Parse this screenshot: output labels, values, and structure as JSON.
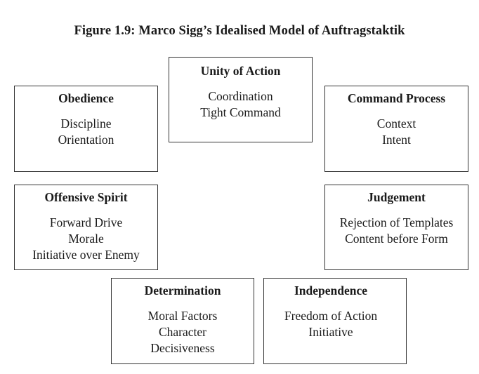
{
  "title": "Figure 1.9: Marco Sigg’s Idealised Model of Auftragstaktik",
  "boxes": {
    "unity_of_action": {
      "heading": "Unity of Action",
      "items": [
        "Coordination",
        "Tight Command"
      ]
    },
    "obedience": {
      "heading": "Obedience",
      "items": [
        "Discipline",
        "Orientation"
      ]
    },
    "command_process": {
      "heading": "Command Process",
      "items": [
        "Context",
        "Intent"
      ]
    },
    "offensive_spirit": {
      "heading": "Offensive Spirit",
      "items": [
        "Forward Drive",
        "Morale",
        "Initiative over Enemy"
      ]
    },
    "judgement": {
      "heading": "Judgement",
      "items": [
        "Rejection of Templates",
        "Content before Form"
      ]
    },
    "determination": {
      "heading": "Determination",
      "items": [
        "Moral Factors",
        "Character",
        "Decisiveness"
      ]
    },
    "independence": {
      "heading": "Independence",
      "items": [
        "Freedom of Action",
        "Initiative"
      ]
    }
  }
}
